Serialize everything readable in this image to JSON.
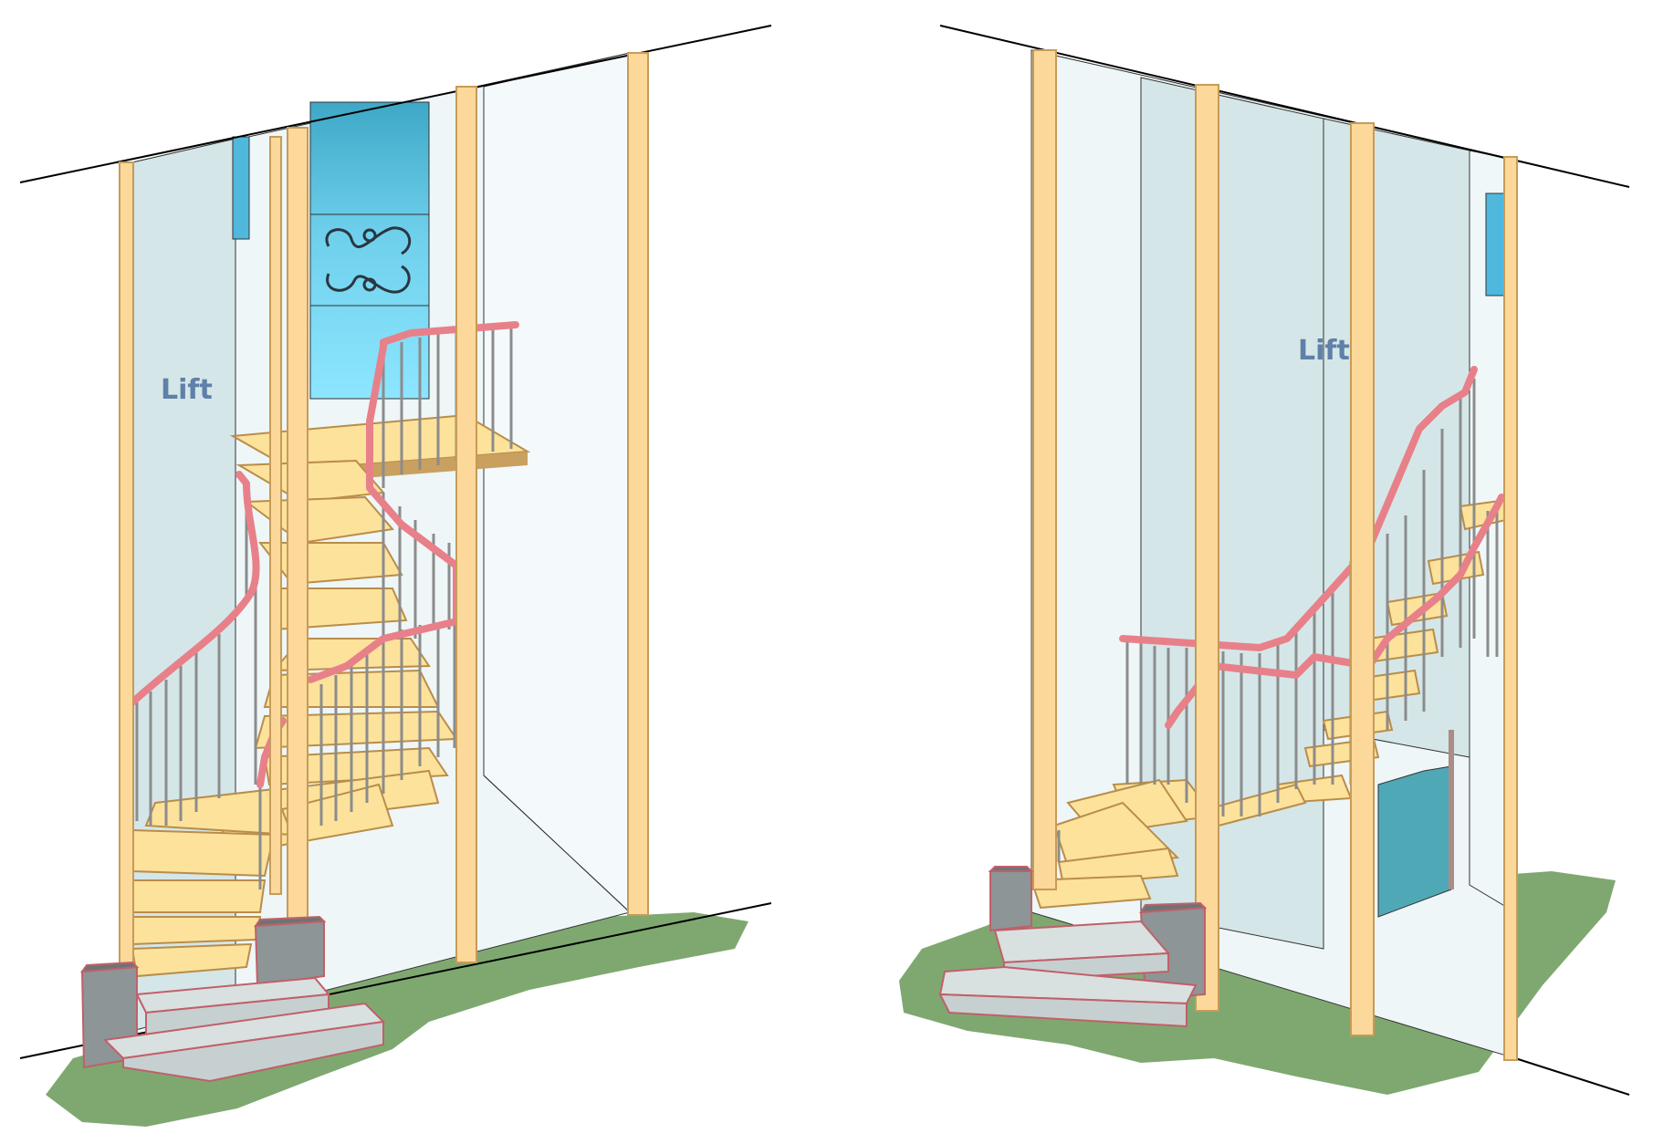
{
  "views": [
    {
      "id": "left-view",
      "lift_label": "Lift"
    },
    {
      "id": "right-view",
      "lift_label": "Lift"
    }
  ],
  "colors": {
    "wall": "#eef6f7",
    "lift_panel": "#d5e6e8",
    "post": "#fcd89a",
    "post_edge": "#c69c58",
    "tread": "#fde29b",
    "tread_edge": "#b98d4a",
    "handrail": "#e8808a",
    "baluster": "#8c8c8c",
    "floor": "#7fa870",
    "window_glass": "#7fdcf6",
    "door": "#4fa8b6",
    "step_block": "#c7d0d0",
    "planter": "#8d9596",
    "label": "#5f80a8"
  }
}
